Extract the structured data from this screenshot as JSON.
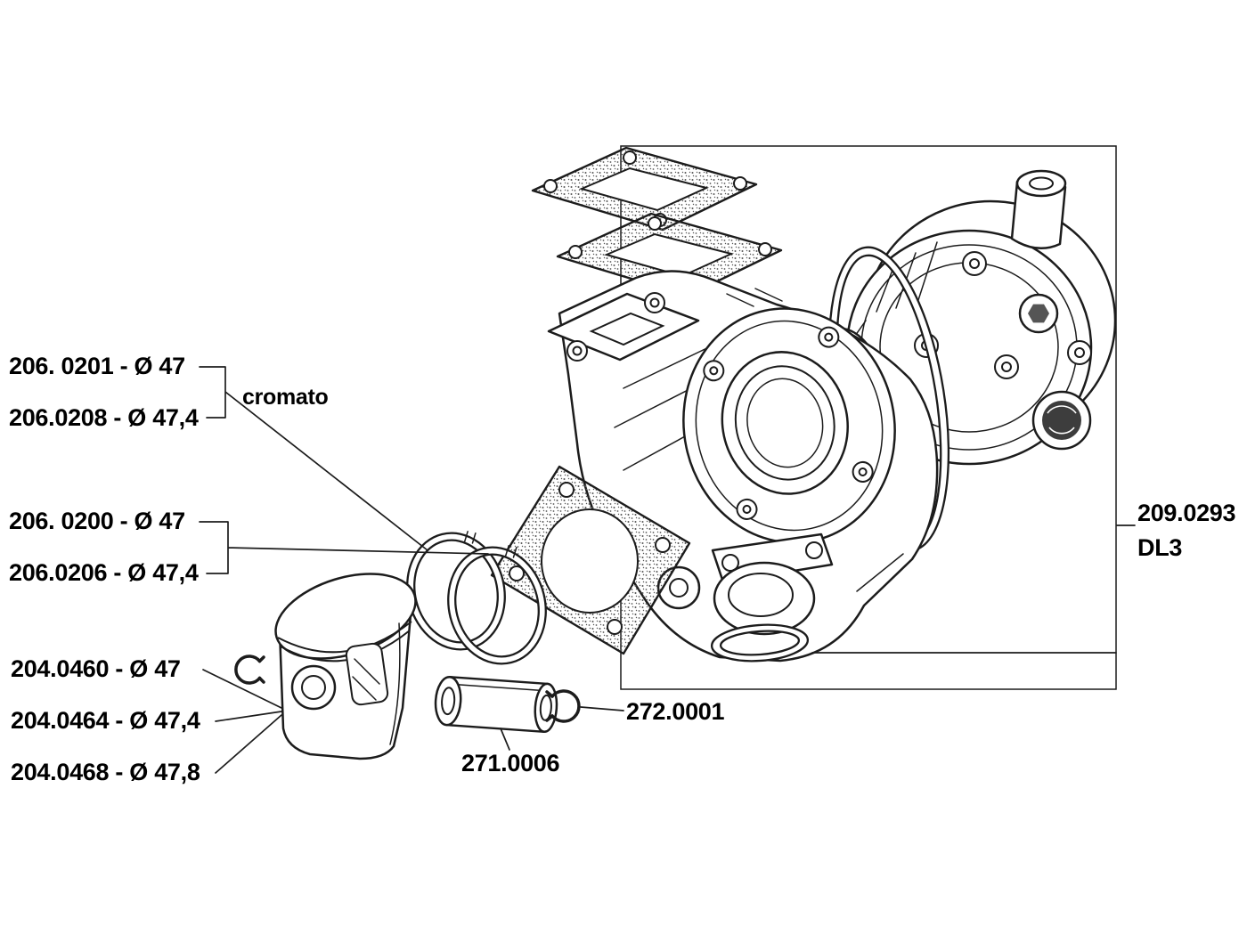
{
  "colors": {
    "ink": "#1c1c1c",
    "paper": "#ffffff"
  },
  "labels": {
    "ring1_var1": "206. 0201 - Ø 47",
    "ring1_var2": "206.0208 - Ø 47,4",
    "chrome_note": "cromato",
    "ring2_var1": "206. 0200 - Ø 47",
    "ring2_var2": "206.0206 - Ø 47,4",
    "piston_var1": "204.0460 - Ø 47",
    "piston_var2": "204.0464 - Ø 47,4",
    "piston_var3": "204.0468 - Ø 47,8",
    "pin_clips": "272.0001",
    "piston_pin": "271.0006",
    "gasket_set": "209.0293",
    "gasket_set_variant": "DL3"
  }
}
